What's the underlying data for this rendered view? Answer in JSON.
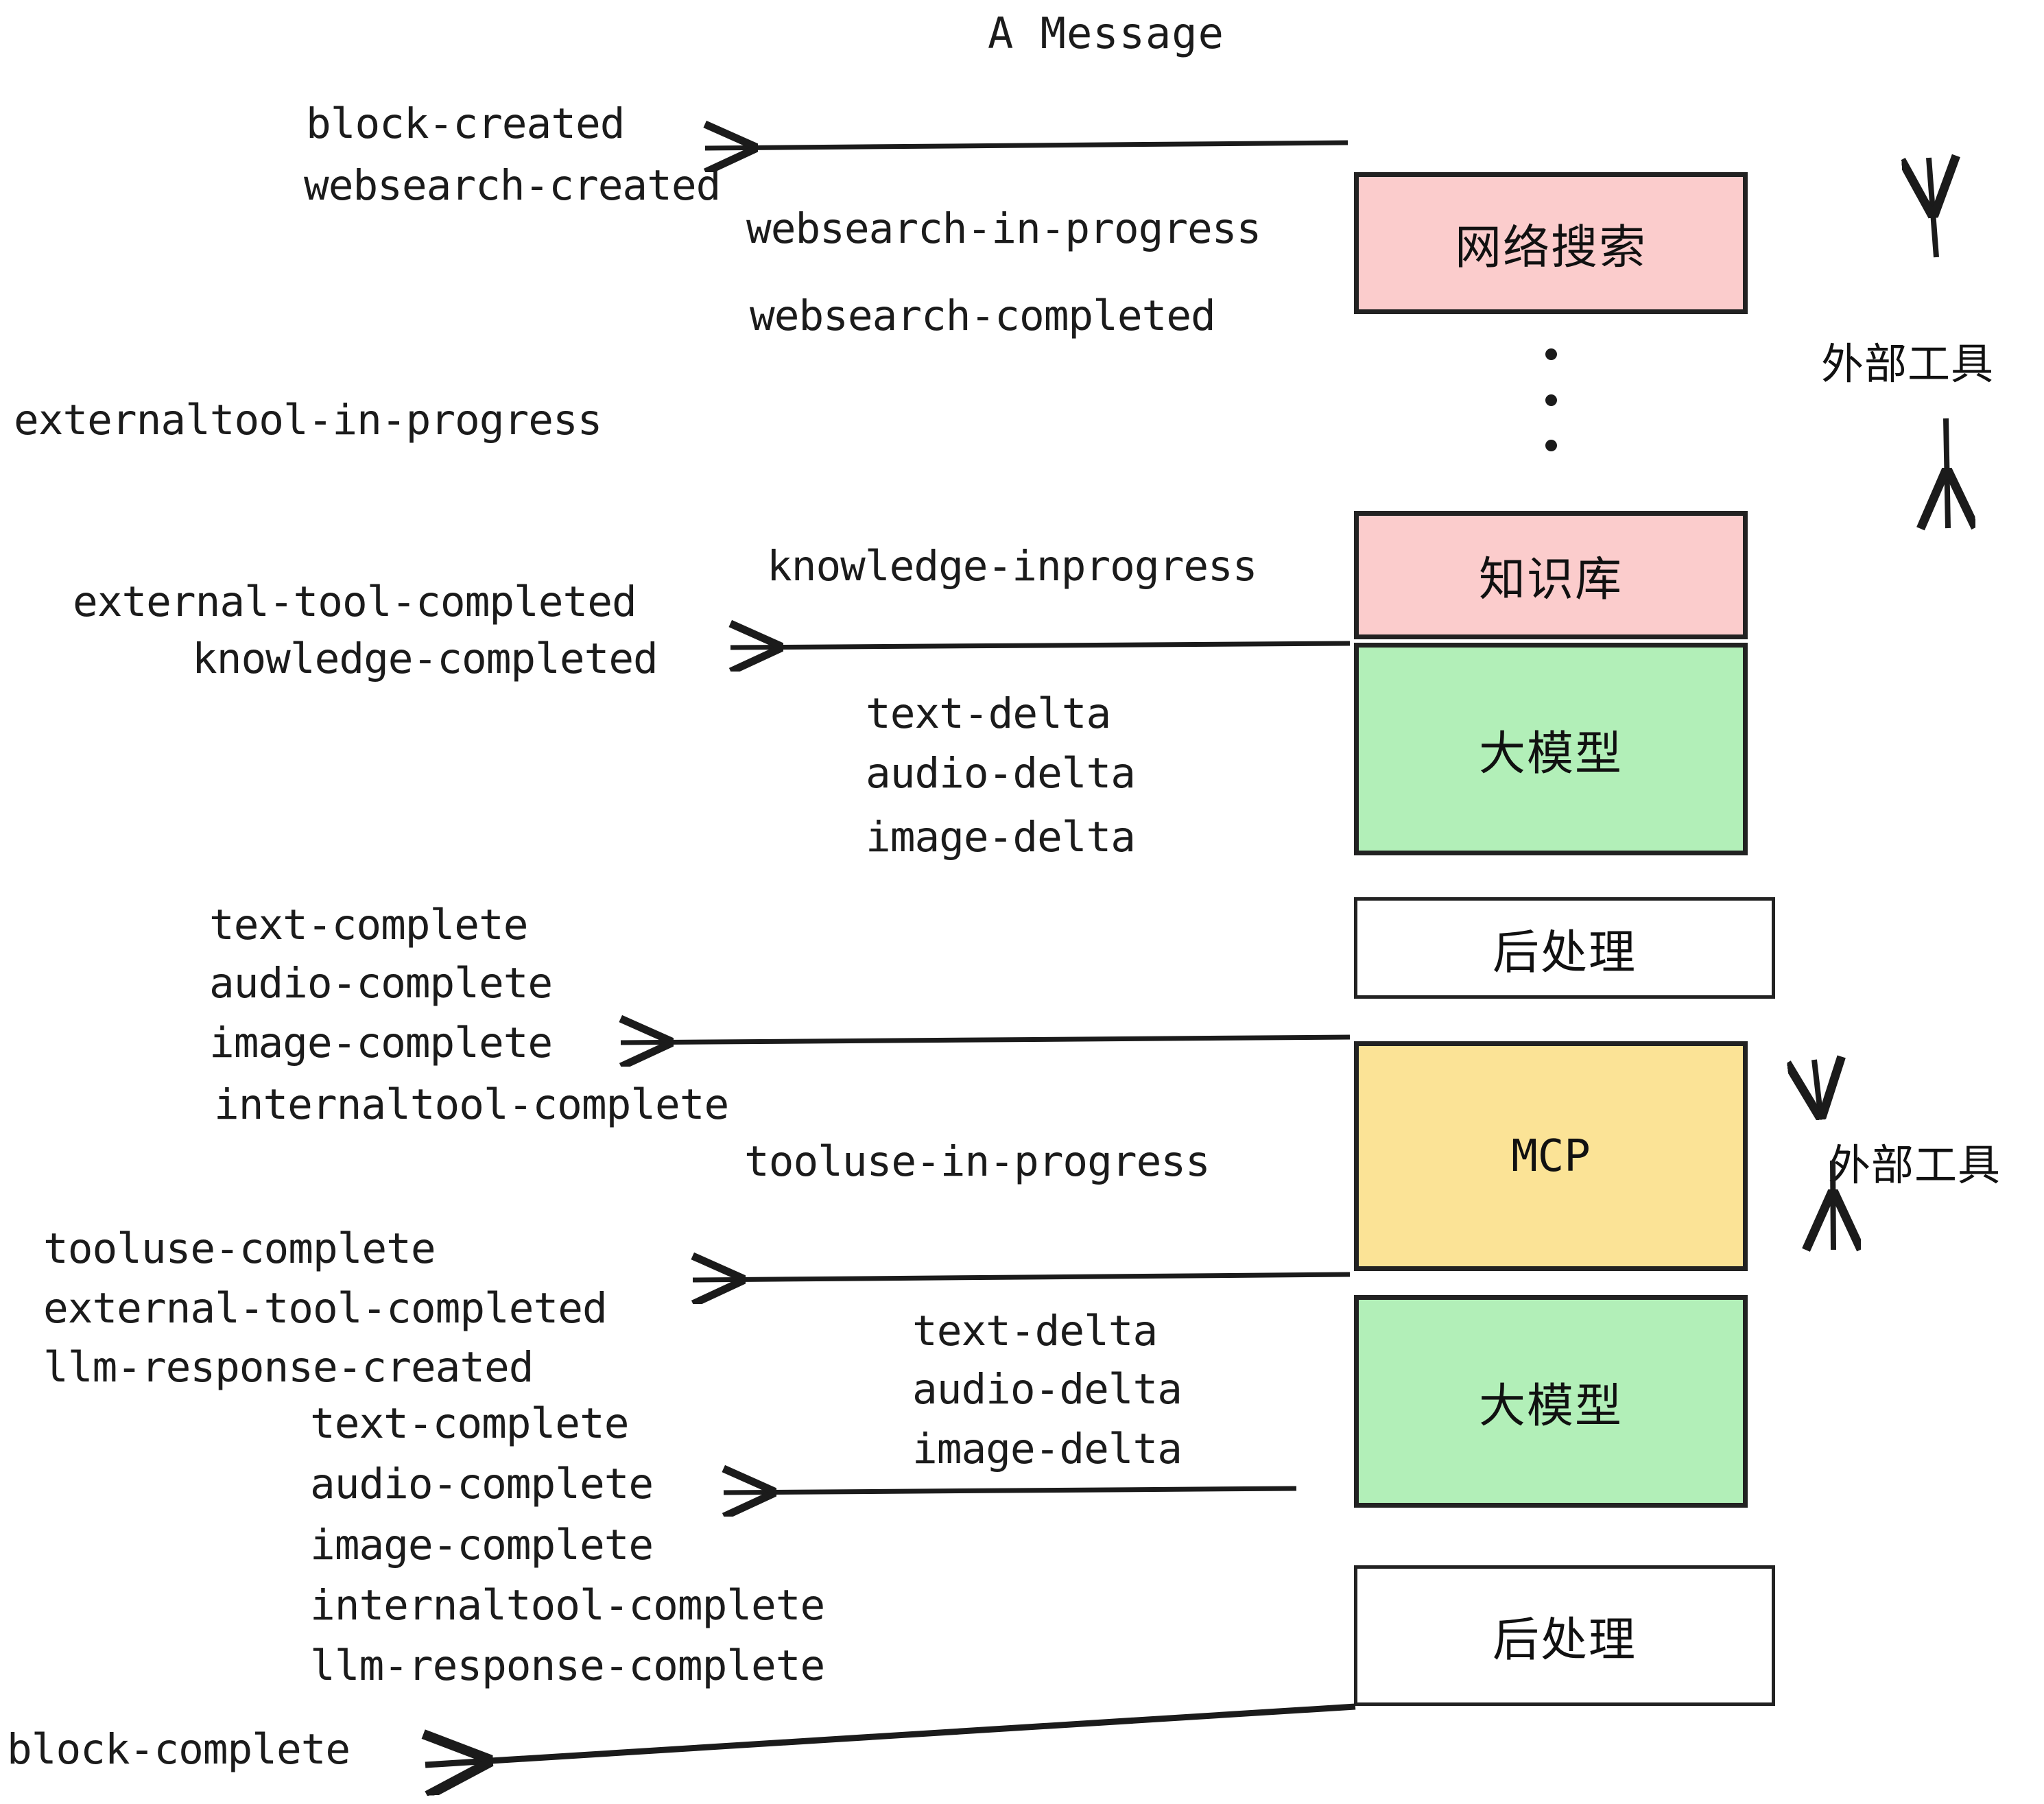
{
  "title": "A Message",
  "colors": {
    "pink": "#fbcccc",
    "green": "#b2efb8",
    "yellow": "#fbe396",
    "white": "#ffffff",
    "stroke": "#222222",
    "text": "#1b1b1b"
  },
  "nodes": [
    {
      "id": "websearch",
      "label": "网络搜索",
      "fill": "#fbcccc",
      "latin": false
    },
    {
      "id": "knowledge",
      "label": "知识库",
      "fill": "#fbcccc",
      "latin": false
    },
    {
      "id": "llm-top",
      "label": "大模型",
      "fill": "#b2efb8",
      "latin": false
    },
    {
      "id": "postprocess-top",
      "label": "后处理",
      "fill": "#ffffff",
      "latin": false
    },
    {
      "id": "mcp",
      "label": "MCP",
      "fill": "#fbe396",
      "latin": true
    },
    {
      "id": "llm-bottom",
      "label": "大模型",
      "fill": "#b2efb8",
      "latin": false
    },
    {
      "id": "postprocess-bottom",
      "label": "后处理",
      "fill": "#ffffff",
      "latin": false
    }
  ],
  "group_labels": [
    {
      "id": "external-tools-top",
      "text": "外部工具"
    },
    {
      "id": "external-tools-bottom",
      "text": "外部工具"
    }
  ],
  "events": [
    {
      "id": "block-created",
      "text": "block-created"
    },
    {
      "id": "websearch-created",
      "text": "websearch-created"
    },
    {
      "id": "websearch-in-progress",
      "text": "websearch-in-progress"
    },
    {
      "id": "websearch-completed",
      "text": "websearch-completed"
    },
    {
      "id": "externaltool-in-progress",
      "text": "externaltool-in-progress"
    },
    {
      "id": "knowledge-inprogress",
      "text": "knowledge-inprogress"
    },
    {
      "id": "external-tool-completed-1",
      "text": "external-tool-completed"
    },
    {
      "id": "knowledge-completed",
      "text": "knowledge-completed"
    },
    {
      "id": "text-delta-1",
      "text": "text-delta"
    },
    {
      "id": "audio-delta-1",
      "text": "audio-delta"
    },
    {
      "id": "image-delta-1",
      "text": "image-delta"
    },
    {
      "id": "text-complete-1",
      "text": "text-complete"
    },
    {
      "id": "audio-complete-1",
      "text": "audio-complete"
    },
    {
      "id": "image-complete-1",
      "text": "image-complete"
    },
    {
      "id": "internaltool-complete-1",
      "text": "internaltool-complete"
    },
    {
      "id": "tooluse-in-progress",
      "text": "tooluse-in-progress"
    },
    {
      "id": "tooluse-complete",
      "text": "tooluse-complete"
    },
    {
      "id": "external-tool-completed-2",
      "text": "external-tool-completed"
    },
    {
      "id": "llm-response-created",
      "text": "llm-response-created"
    },
    {
      "id": "text-delta-2",
      "text": "text-delta"
    },
    {
      "id": "audio-delta-2",
      "text": "audio-delta"
    },
    {
      "id": "image-delta-2",
      "text": "image-delta"
    },
    {
      "id": "text-complete-2",
      "text": "text-complete"
    },
    {
      "id": "audio-complete-2",
      "text": "audio-complete"
    },
    {
      "id": "image-complete-2",
      "text": "image-complete"
    },
    {
      "id": "internaltool-complete-2",
      "text": "internaltool-complete"
    },
    {
      "id": "llm-response-complete",
      "text": "llm-response-complete"
    },
    {
      "id": "block-complete",
      "text": "block-complete"
    }
  ]
}
